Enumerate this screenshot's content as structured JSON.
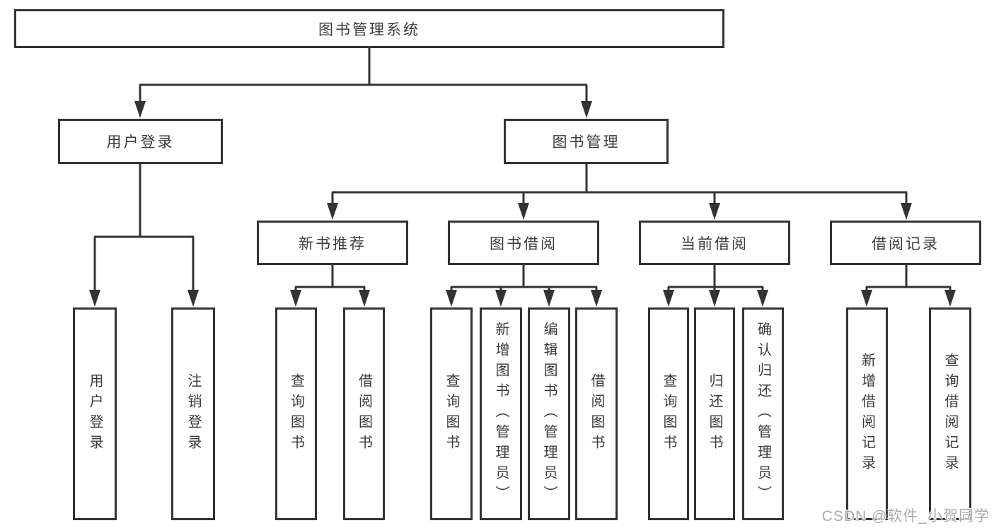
{
  "diagram": {
    "nodes": {
      "root": "图书管理系统",
      "user_login": "用户登录",
      "book_mgmt": "图书管理",
      "new_books": "新书推荐",
      "book_borrow": "图书借阅",
      "current_borrow": "当前借阅",
      "borrow_records": "借阅记录"
    },
    "leaves": {
      "user_login": [
        "用户登录",
        "注销登录"
      ],
      "new_books": [
        "查询图书",
        "借阅图书"
      ],
      "book_borrow": [
        "查询图书",
        "新增图书（管理员）",
        "编辑图书（管理员）",
        "借阅图书"
      ],
      "current_borrow": [
        "查询图书",
        "归还图书",
        "确认归还（管理员）"
      ],
      "borrow_records": [
        "新增借阅记录",
        "查询借阅记录"
      ]
    }
  },
  "watermark": "CSDN @软件_小贺同学",
  "colors": {
    "line": "#333333",
    "box_border": "#333333",
    "text": "#3a3a3a",
    "watermark": "#ababab",
    "background": "#ffffff"
  }
}
